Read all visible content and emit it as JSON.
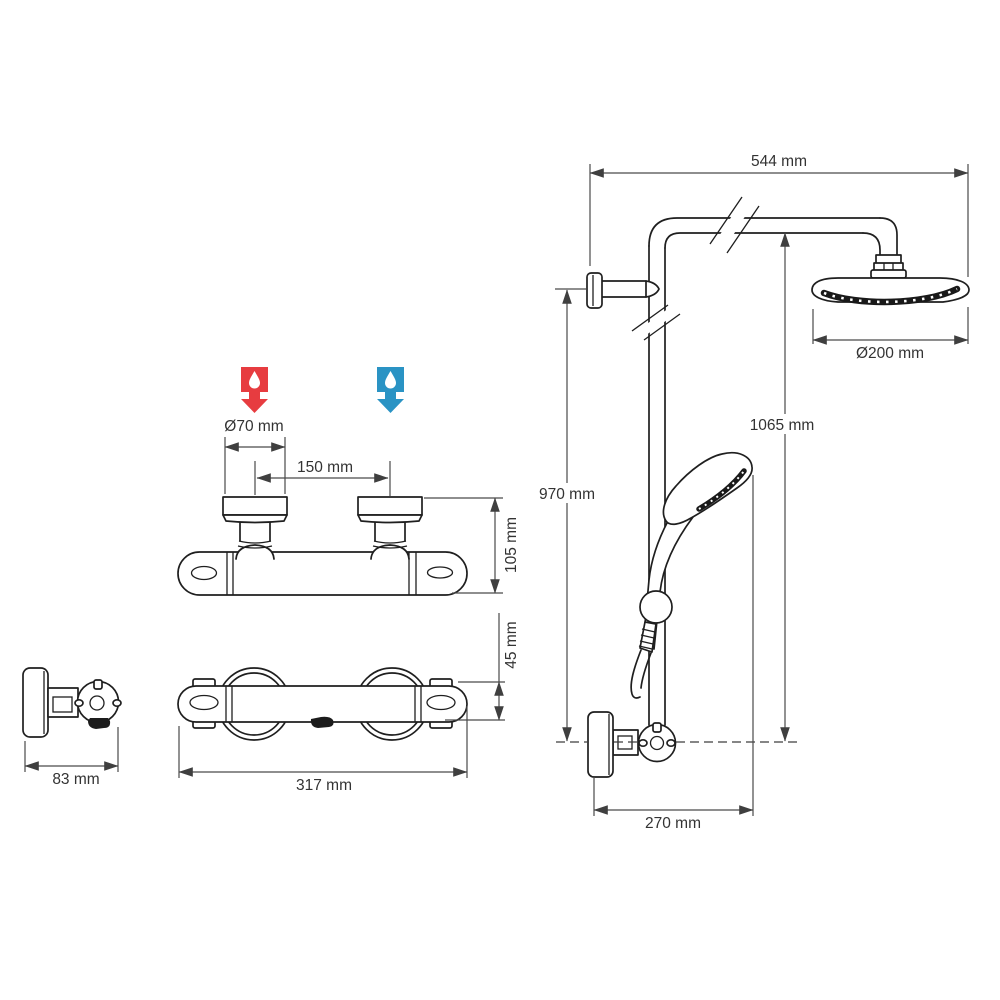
{
  "drawing": {
    "background": "#ffffff",
    "line_color": "#1f1f1f",
    "dimension_color": "#4a4a4a",
    "dimensions": {
      "top_width": "544 mm",
      "head_diameter": "Ø200 mm",
      "total_height": "1065 mm",
      "rail_height": "970 mm",
      "wall_offset": "270 mm",
      "inlet_diameter": "Ø70 mm",
      "inlet_spacing": "150 mm",
      "valve_height": "105 mm",
      "valve_depth": "45 mm",
      "valve_width": "317 mm",
      "valve_side_depth": "83 mm"
    },
    "icons": {
      "hot_water_arrow": "#e73c40",
      "cold_water_arrow": "#2a93c4",
      "drop_color": "#ffffff"
    }
  }
}
